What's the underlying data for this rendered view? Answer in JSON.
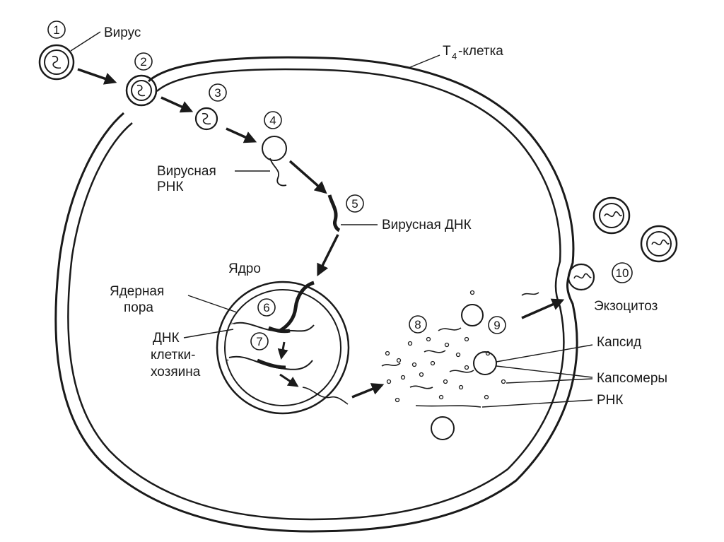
{
  "labels": {
    "virus": "Вирус",
    "cell": "Т",
    "cell_sub": "4",
    "cell_suffix": "-клетка",
    "viral_rna_1": "Вирусная",
    "viral_rna_2": "РНК",
    "viral_dna": "Вирусная ДНК",
    "nucleus": "Ядро",
    "nuclear_pore_1": "Ядерная",
    "nuclear_pore_2": "пора",
    "host_dna_1": "ДНК",
    "host_dna_2": "клетки-",
    "host_dna_3": "хозяина",
    "exocytosis": "Экзоцитоз",
    "capsid": "Капсид",
    "capsomeres": "Капсомеры",
    "rna": "РНК"
  },
  "steps": [
    "1",
    "2",
    "3",
    "4",
    "5",
    "6",
    "7",
    "8",
    "9",
    "10"
  ],
  "colors": {
    "ink": "#1a1a1a",
    "background": "#ffffff"
  }
}
